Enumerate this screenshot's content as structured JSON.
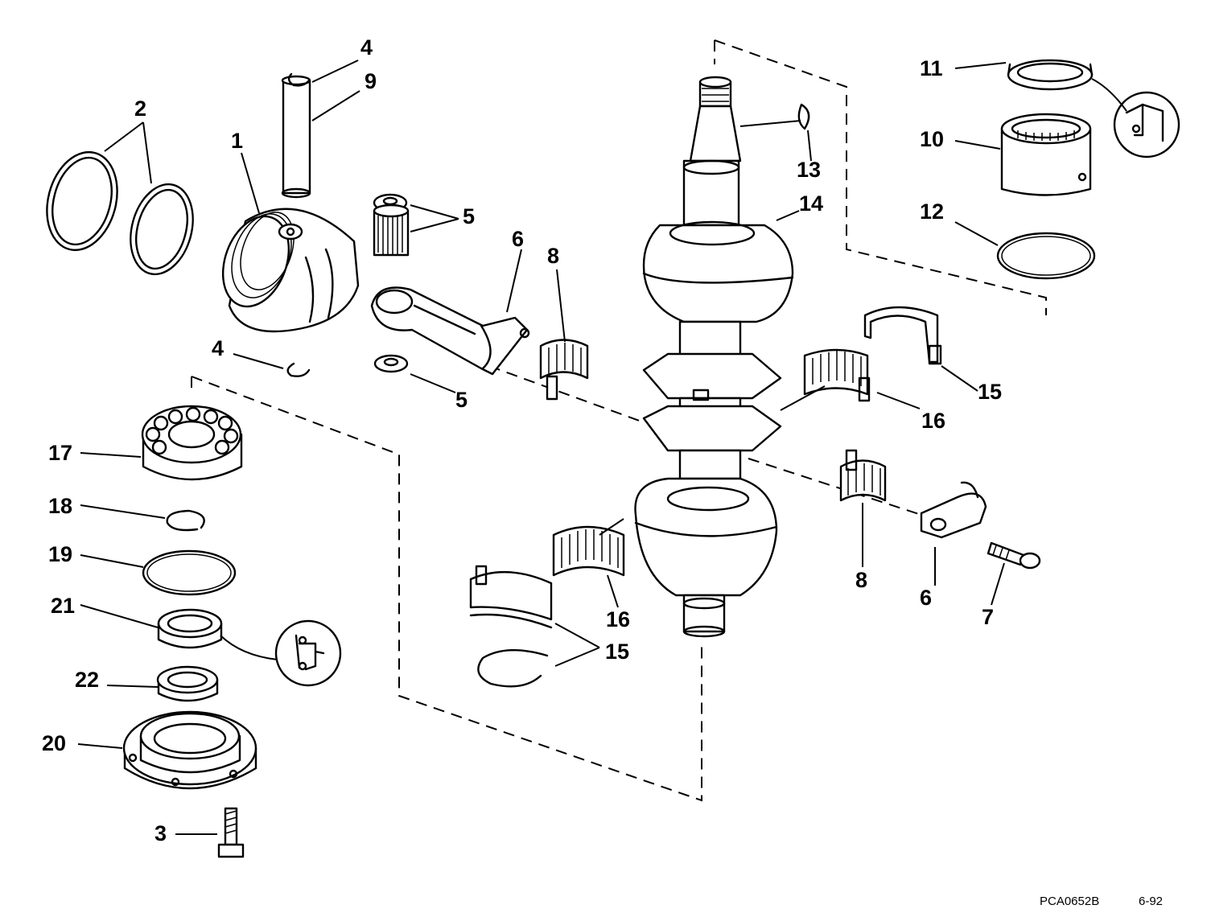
{
  "callouts": {
    "c1": "1",
    "c2": "2",
    "c3": "3",
    "c4a": "4",
    "c4b": "4",
    "c5a": "5",
    "c5b": "5",
    "c6a": "6",
    "c6b": "6",
    "c7": "7",
    "c8a": "8",
    "c8b": "8",
    "c9": "9",
    "c10": "10",
    "c11": "11",
    "c12": "12",
    "c13": "13",
    "c14": "14",
    "c15a": "15",
    "c15b": "15",
    "c16a": "16",
    "c16b": "16",
    "c17": "17",
    "c18": "18",
    "c19": "19",
    "c20": "20",
    "c21": "21",
    "c22": "22"
  },
  "footer": {
    "code": "PCA0652B",
    "date": "6-92"
  },
  "parts": [
    {
      "id": "piston",
      "callout": "1"
    },
    {
      "id": "piston-rings",
      "callout": "2"
    },
    {
      "id": "flange-bolt",
      "callout": "3"
    },
    {
      "id": "retaining-ring",
      "callout": "4"
    },
    {
      "id": "bearing-washer-set",
      "callout": "5"
    },
    {
      "id": "connecting-rod",
      "callout": "6"
    },
    {
      "id": "rod-bolt",
      "callout": "7"
    },
    {
      "id": "rod-bearing",
      "callout": "8"
    },
    {
      "id": "piston-pin",
      "callout": "9"
    },
    {
      "id": "upper-bearing",
      "callout": "10"
    },
    {
      "id": "upper-seal",
      "callout": "11"
    },
    {
      "id": "o-ring-upper",
      "callout": "12"
    },
    {
      "id": "woodruff-key",
      "callout": "13"
    },
    {
      "id": "crankshaft",
      "callout": "14"
    },
    {
      "id": "center-bearing-sleeve",
      "callout": "15"
    },
    {
      "id": "center-roller-bearing",
      "callout": "16"
    },
    {
      "id": "ball-bearing",
      "callout": "17"
    },
    {
      "id": "bearing-retaining-ring",
      "callout": "18"
    },
    {
      "id": "o-ring-lower",
      "callout": "19"
    },
    {
      "id": "lower-flange",
      "callout": "20"
    },
    {
      "id": "lower-seal",
      "callout": "21"
    },
    {
      "id": "lower-seal-inner",
      "callout": "22"
    }
  ]
}
